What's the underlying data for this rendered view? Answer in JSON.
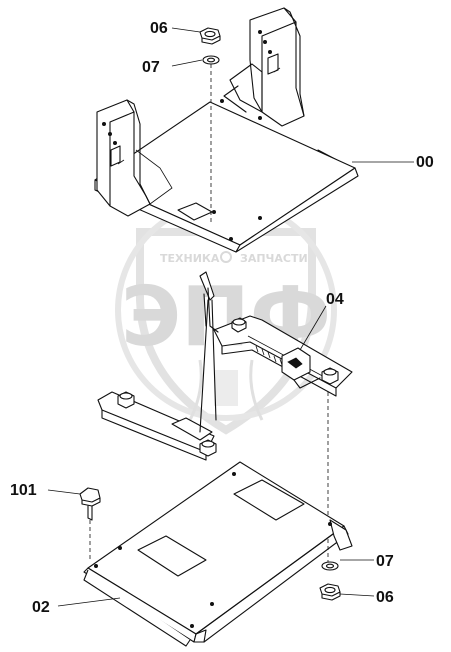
{
  "callouts": {
    "c06_top": "06",
    "c07_top": "07",
    "c00": "00",
    "c04": "04",
    "c101": "101",
    "c07_bottom": "07",
    "c02": "02",
    "c06_bottom": "06"
  },
  "watermark": {
    "left_word": "ТЕХНИКА",
    "right_word": "ЗАПЧАСТИ",
    "big_letters": "ЭПФ"
  },
  "colors": {
    "line": "#111111",
    "watermark": "#d9d9d9"
  }
}
